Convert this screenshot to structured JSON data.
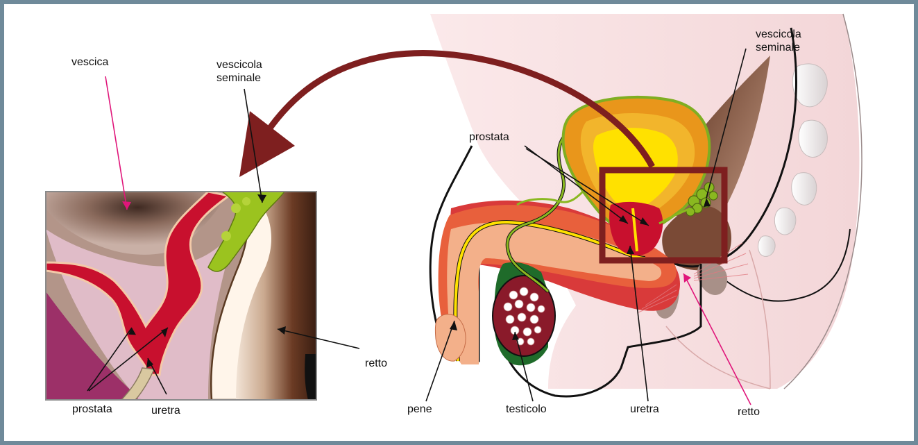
{
  "labels": {
    "vescica": "vescica",
    "vescicola_inset_l1": "vescicola",
    "vescicola_inset_l2": "seminale",
    "prostata_inset": "prostata",
    "uretra_inset": "uretra",
    "retto_inset": "retto",
    "prostata_main": "prostata",
    "vescicola_main_l1": "vescicola",
    "vescicola_main_l2": "seminale",
    "pene": "pene",
    "testicolo": "testicolo",
    "uretra_main": "uretra",
    "retto_main": "retto"
  },
  "colors": {
    "border": "#6f8a9a",
    "zoom_arrow": "#7e1f1f",
    "highlight_box": "#7e1f1f",
    "pointer_magenta": "#e0157a",
    "pointer_black": "#111111"
  }
}
